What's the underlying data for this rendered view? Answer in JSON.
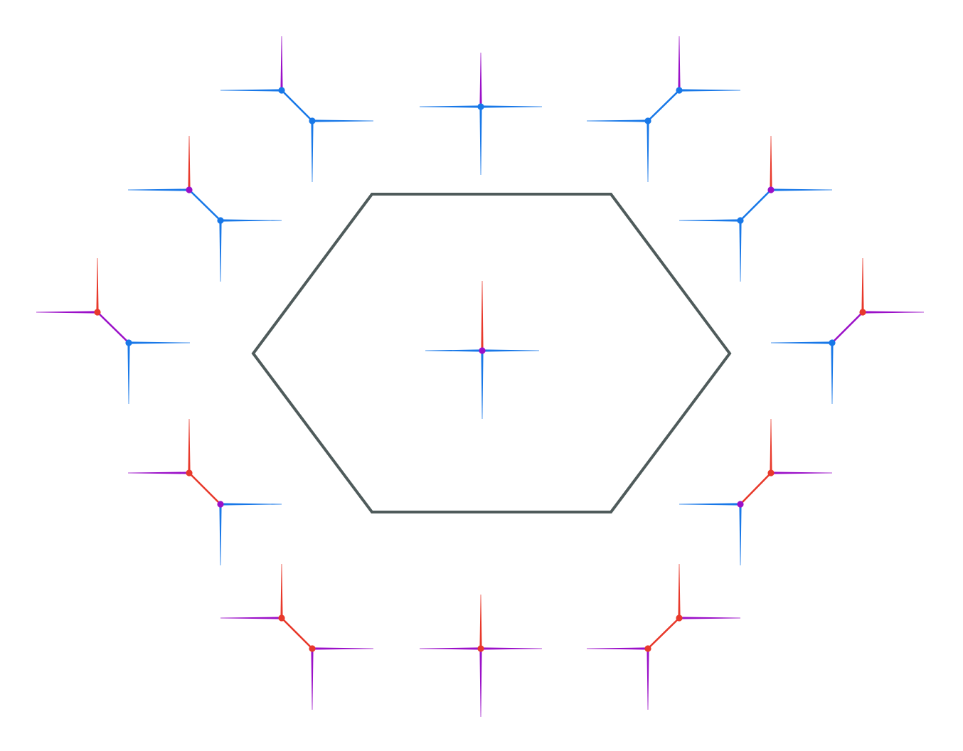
{
  "diagram": {
    "colors": {
      "red": "#e8392b",
      "blue": "#1878e8",
      "purple": "#9b10c8",
      "outline": "#4f5b5b",
      "background": "#ffffff"
    },
    "center_glyph": {
      "kind": "cross",
      "up": "red",
      "left": "blue",
      "right": "blue",
      "down": "blue",
      "node": "purple"
    },
    "outer_glyphs": [
      {
        "id": "top-left",
        "kind": "double",
        "A": {
          "up": "purple",
          "left": "blue",
          "node": "blue"
        },
        "link": "blue",
        "B": {
          "right": "blue",
          "down": "blue",
          "node": "blue"
        }
      },
      {
        "id": "top",
        "kind": "cross",
        "up": "purple",
        "left": "blue",
        "right": "blue",
        "down": "blue",
        "node": "blue"
      },
      {
        "id": "top-right",
        "kind": "double",
        "A": {
          "up": "purple",
          "right": "blue",
          "node": "blue"
        },
        "link": "blue",
        "B": {
          "left": "blue",
          "down": "blue",
          "node": "blue"
        }
      },
      {
        "id": "upper-left",
        "kind": "double",
        "A": {
          "up": "red",
          "left": "blue",
          "node": "purple"
        },
        "link": "blue",
        "B": {
          "right": "blue",
          "down": "blue",
          "node": "blue"
        }
      },
      {
        "id": "upper-right",
        "kind": "double",
        "A": {
          "up": "red",
          "right": "blue",
          "node": "purple"
        },
        "link": "blue",
        "B": {
          "left": "blue",
          "down": "blue",
          "node": "blue"
        }
      },
      {
        "id": "left",
        "kind": "double",
        "A": {
          "up": "red",
          "left": "purple",
          "node": "red"
        },
        "link": "purple",
        "B": {
          "right": "blue",
          "down": "blue",
          "node": "blue"
        }
      },
      {
        "id": "right",
        "kind": "double",
        "A": {
          "up": "red",
          "right": "purple",
          "node": "red"
        },
        "link": "purple",
        "B": {
          "left": "blue",
          "down": "blue",
          "node": "blue"
        }
      },
      {
        "id": "lower-left",
        "kind": "double",
        "A": {
          "up": "red",
          "left": "purple",
          "node": "red"
        },
        "link": "red",
        "B": {
          "right": "blue",
          "down": "blue",
          "node": "purple"
        }
      },
      {
        "id": "lower-right",
        "kind": "double",
        "A": {
          "up": "red",
          "right": "purple",
          "node": "red"
        },
        "link": "red",
        "B": {
          "left": "blue",
          "down": "blue",
          "node": "purple"
        }
      },
      {
        "id": "bottom-left",
        "kind": "double",
        "A": {
          "up": "red",
          "left": "purple",
          "node": "red"
        },
        "link": "red",
        "B": {
          "right": "purple",
          "down": "purple",
          "node": "red"
        }
      },
      {
        "id": "bottom",
        "kind": "cross",
        "up": "red",
        "left": "purple",
        "right": "purple",
        "down": "purple",
        "node": "red"
      },
      {
        "id": "bottom-right",
        "kind": "double",
        "A": {
          "up": "red",
          "right": "purple",
          "node": "red"
        },
        "link": "red",
        "B": {
          "left": "purple",
          "down": "purple",
          "node": "red"
        }
      }
    ]
  }
}
